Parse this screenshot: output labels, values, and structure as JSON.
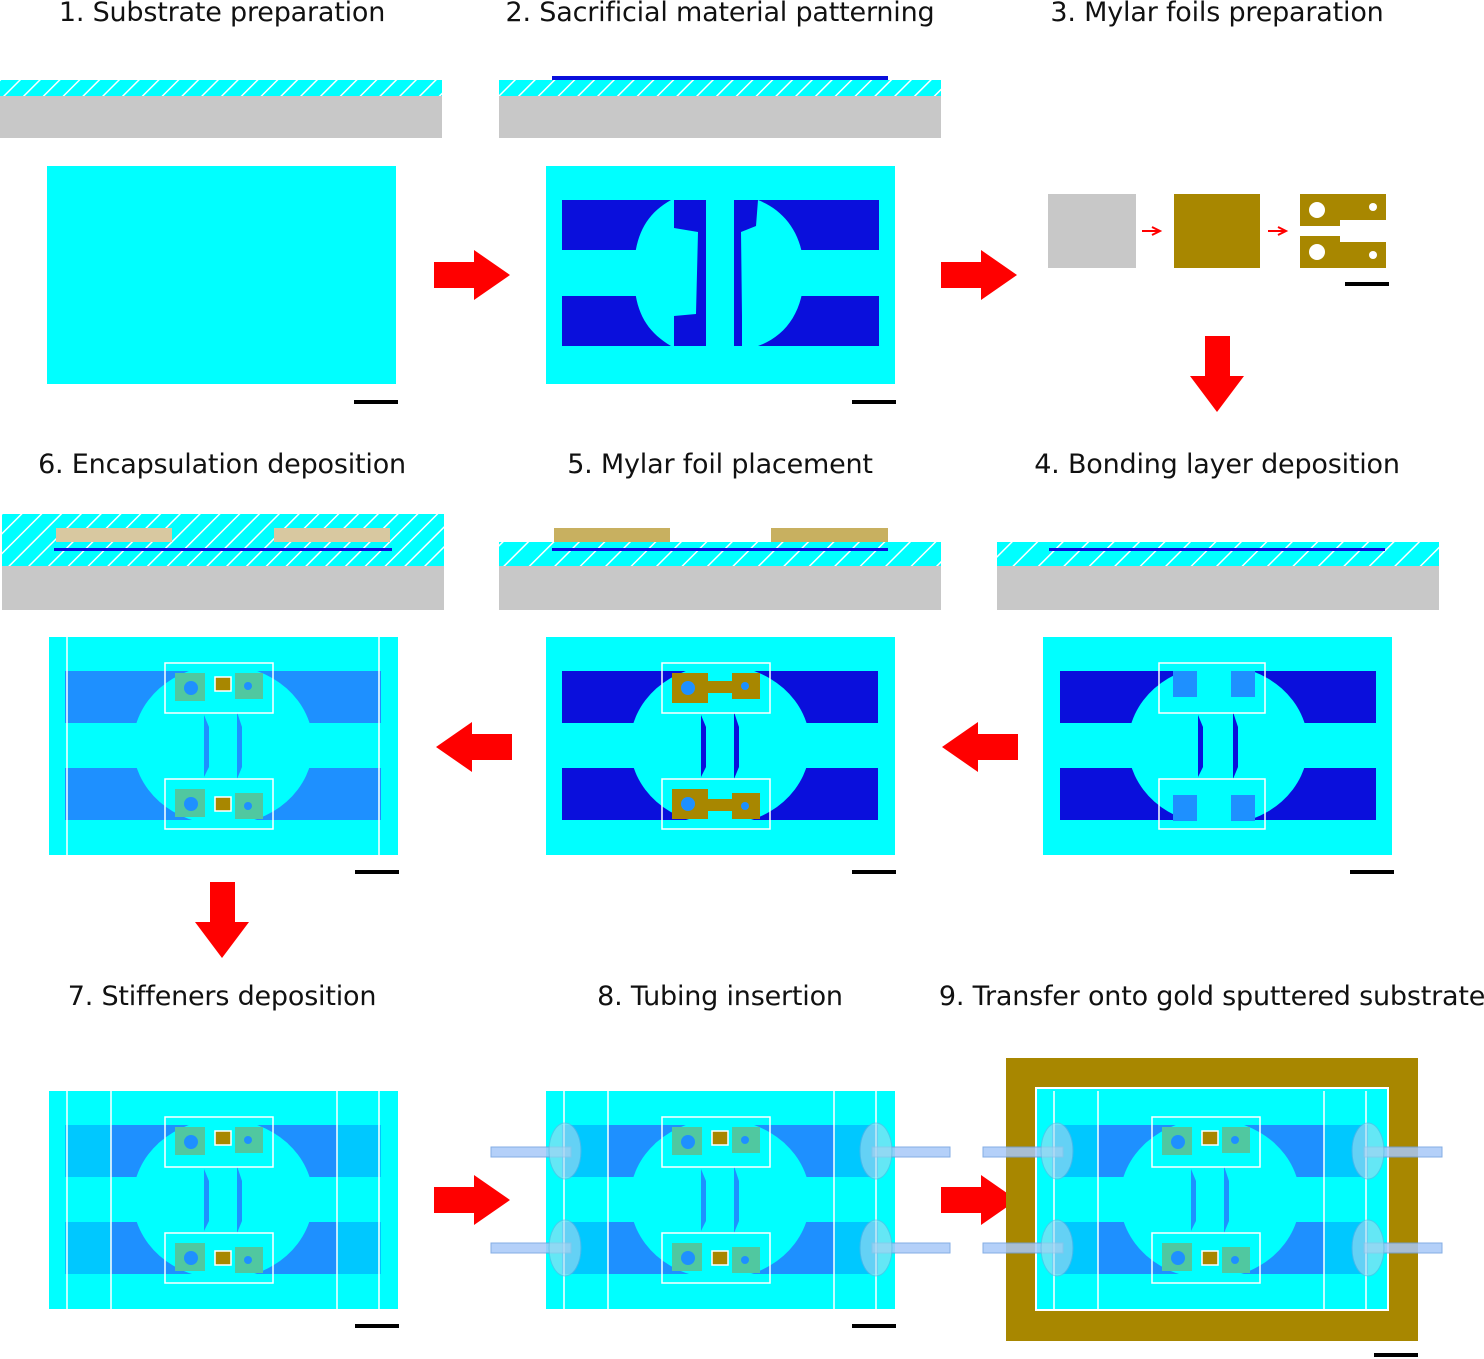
{
  "steps": [
    {
      "label": "1. Substrate preparation"
    },
    {
      "label": "2. Sacrificial material patterning"
    },
    {
      "label": "3. Mylar foils preparation"
    },
    {
      "label": "4. Bonding layer deposition"
    },
    {
      "label": "5. Mylar foil placement"
    },
    {
      "label": "6. Encapsulation deposition"
    },
    {
      "label": "7. Stiffeners deposition"
    },
    {
      "label": "8. Tubing insertion"
    },
    {
      "label": "9. Transfer onto gold sputtered substrate"
    }
  ],
  "colors": {
    "pdms": "#00ffff",
    "sacrificial": "#0a0fdc",
    "sacrificial_covered": "#1e90ff",
    "glass": "#c8c8c8",
    "mylar": "#a88700",
    "arrow": "#ff0000",
    "tubing": "#a8c8f8",
    "scale_bar": "#000000"
  }
}
